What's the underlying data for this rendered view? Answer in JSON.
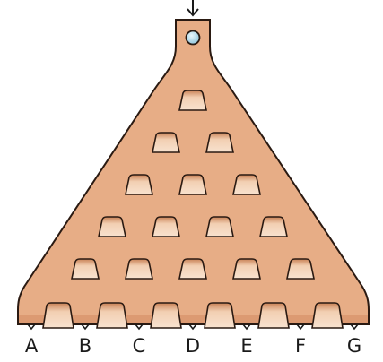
{
  "diagram": {
    "colors": {
      "board": "#e7ad86",
      "board_dark": "#d9946a",
      "peg": "#f7dcc5",
      "ball": "#b9dcea",
      "outline": "#2a1a12"
    },
    "peg_rows": [
      1,
      2,
      3,
      4,
      5,
      6
    ],
    "inlet_arrow": "down-arrow",
    "bin_labels": [
      "A",
      "B",
      "C",
      "D",
      "E",
      "F",
      "G"
    ]
  }
}
